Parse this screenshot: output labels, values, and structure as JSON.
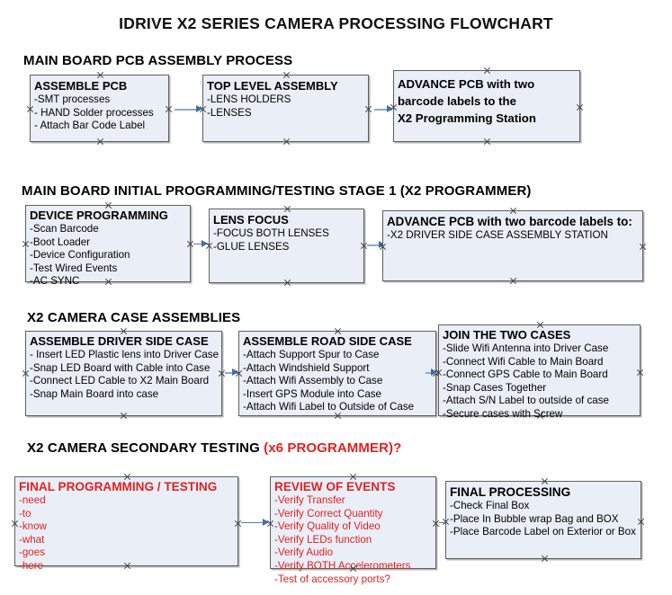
{
  "document": {
    "title": "IDRIVE X2  SERIES CAMERA PROCESSING FLOWCHART"
  },
  "sections": [
    {
      "heading": "MAIN BOARD PCB ASSEMBLY PROCESS",
      "heading_accent": "",
      "boxes": [
        {
          "title": "ASSEMBLE PCB",
          "lines": [
            " -SMT processes",
            "- HAND Solder processes",
            "- Attach Bar Code Label"
          ]
        },
        {
          "title": "TOP LEVEL ASSEMBLY",
          "lines": [
            "-LENS HOLDERS",
            "-LENSES"
          ]
        },
        {
          "title": "ADVANCE PCB with two",
          "lines": [
            "barcode labels to the",
            " X2 Programming Station"
          ]
        }
      ]
    },
    {
      "heading": "MAIN BOARD INITIAL PROGRAMMING/TESTING STAGE 1 (X2 PROGRAMMER)",
      "heading_accent": "",
      "boxes": [
        {
          "title": "DEVICE PROGRAMMING",
          "lines": [
            "-Scan Barcode",
            "-Boot Loader",
            "-Device Configuration",
            "-Test Wired Events",
            "-AC SYNC"
          ]
        },
        {
          "title": "LENS FOCUS",
          "lines": [
            "-FOCUS BOTH LENSES",
            "-GLUE LENSES"
          ]
        },
        {
          "title": "ADVANCE PCB with two barcode labels to:",
          "lines": [
            "-X2 DRIVER  SIDE  CASE  ASSEMBLY STATION"
          ]
        }
      ]
    },
    {
      "heading": "X2 CAMERA CASE ASSEMBLIES",
      "heading_accent": "",
      "boxes": [
        {
          "title": "ASSEMBLE DRIVER SIDE CASE",
          "lines": [
            "- Insert LED Plastic lens into Driver Case",
            "-Snap LED Board with Cable into Case",
            "-Connect LED Cable to X2 Main Board",
            "-Snap Main Board into case"
          ]
        },
        {
          "title": "ASSEMBLE ROAD SIDE CASE",
          "lines": [
            "-Attach Support Spur to Case",
            "-Attach Windshield Support",
            "-Attach Wifi Assembly to Case",
            "-Insert GPS Module into Case",
            "-Attach Wifi Label to Outside of Case"
          ]
        },
        {
          "title": "JOIN THE TWO CASES",
          "lines": [
            "-Slide Wifi Antenna into Driver Case",
            "-Connect Wifi Cable to Main Board",
            "-Connect GPS Cable to Main Board",
            "-Snap Cases Together",
            "-Attach S/N Label to outside of case",
            "-Secure cases with Screw"
          ]
        }
      ]
    },
    {
      "heading": "X2 CAMERA SECONDARY TESTING ",
      "heading_accent": "(x6 PROGRAMMER)?",
      "boxes": [
        {
          "title": "FINAL PROGRAMMING / TESTING",
          "lines": [
            "-need",
            "-to",
            "-know",
            "-what",
            "-goes",
            "-here"
          ]
        },
        {
          "title": "REVIEW OF EVENTS",
          "lines": [
            "-Verify Transfer",
            "-Verify Correct Quantity",
            "-Verify Quality of Video",
            "-Verify LEDs function",
            "-Verify Audio",
            "-Verify BOTH Accelerometers",
            "-Test of accessory ports?"
          ]
        },
        {
          "title": "FINAL PROCESSING",
          "lines": [
            " -Check Final Box",
            "-Place In Bubble wrap Bag and BOX",
            "-Place Barcode Label on Exterior or Box"
          ]
        }
      ]
    }
  ],
  "colors": {
    "box_fill": "#e9eef7",
    "box_border": "#5f5f5f",
    "accent_red": "#e02222",
    "connector": "#8fa9c4",
    "arrow": "#3f6ea8"
  }
}
